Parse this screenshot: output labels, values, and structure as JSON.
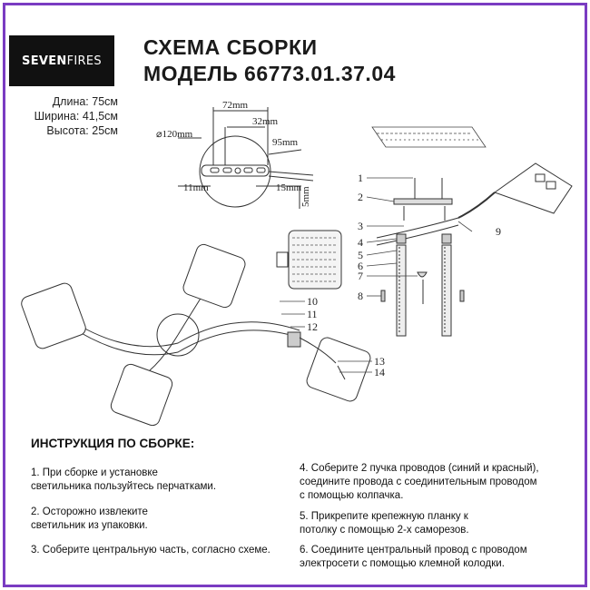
{
  "brand": {
    "part1": "SEVEN",
    "part2": "FIRES"
  },
  "title": {
    "line1": "СХЕМА СБОРКИ",
    "line2": "МОДЕЛЬ 66773.01.37.04"
  },
  "dimensions": [
    "Длина: 75см",
    "Ширина: 41,5см",
    "Высота: 25см"
  ],
  "drawing_labels": {
    "d72": "72mm",
    "d32": "32mm",
    "d120": "⌀120mm",
    "d95": "95mm",
    "d11": "11mm",
    "d15": "15mm",
    "d5": "5mm"
  },
  "part_numbers": [
    "1",
    "2",
    "3",
    "4",
    "5",
    "6",
    "7",
    "8",
    "9",
    "10",
    "11",
    "12",
    "13",
    "14"
  ],
  "instructions": {
    "heading": "ИНСТРУКЦИЯ ПО СБОРКЕ:",
    "steps": [
      "1. При сборке и установке\nсветильника пользуйтесь перчатками.",
      "2. Осторожно извлеките\nсветильник из упаковки.",
      "3. Соберите центральную часть, согласно схеме.",
      "4. Соберите 2 пучка проводов (синий и красный),\nсоедините провода с соединительным проводом\nс помощью колпачка.",
      "5. Прикрепите крепежную планку к\nпотолку с помощью 2-х саморезов.",
      "6. Соедините центральный провод с проводом\nэлектросети с помощью клемной колодки."
    ]
  },
  "colors": {
    "frame": "#7a3cc2",
    "logo_bg": "#111111"
  }
}
